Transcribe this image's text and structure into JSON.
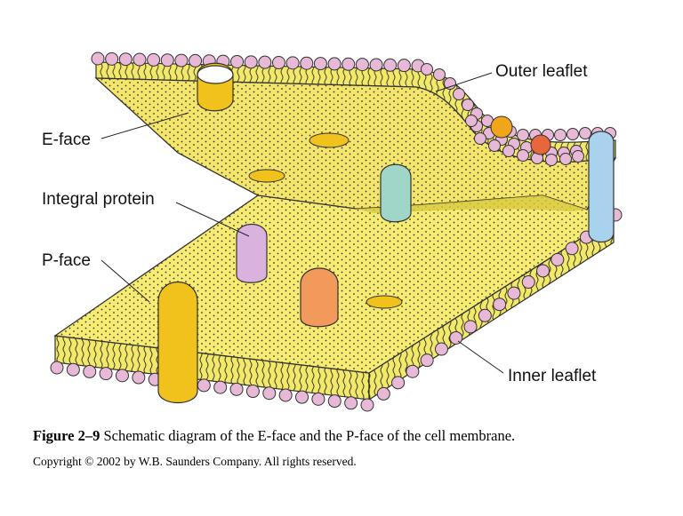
{
  "diagram": {
    "labels": {
      "outer_leaflet": "Outer leaflet",
      "e_face": "E-face",
      "integral_protein": "Integral protein",
      "p_face": "P-face",
      "inner_leaflet": "Inner leaflet"
    },
    "colors": {
      "membrane": "#f2e86a",
      "membrane_dark": "#d9c93e",
      "lipid_head": "#e7b9d6",
      "protein_yellow": "#f1c21b",
      "protein_teal": "#9fd6c8",
      "protein_violet": "#d9b3dd",
      "protein_orange": "#f29a5c",
      "protein_blue": "#a9d2ee"
    }
  },
  "caption": {
    "figure_number": "Figure 2–9",
    "text": "Schematic diagram of the E-face and the P-face of the cell membrane.",
    "copyright": "Copyright © 2002 by W.B. Saunders Company. All rights reserved."
  }
}
